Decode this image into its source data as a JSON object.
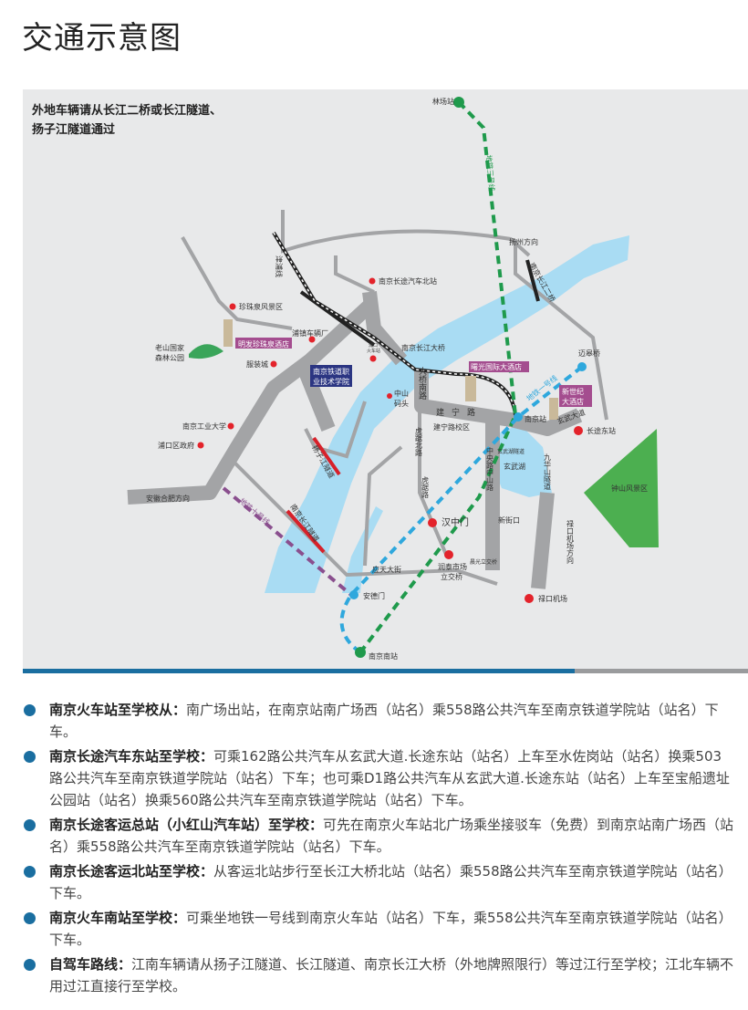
{
  "title": "交通示意图",
  "map": {
    "notice": [
      "外地车辆请从长江二桥或长江隧道、",
      "扬子江隧道通过"
    ],
    "labels": {
      "linchang": "林场站",
      "line3": "地铁三号线",
      "yangzhou": "扬州方向",
      "bridge2": "南京长江二桥",
      "north_bus": "南京长途汽车北站",
      "zhenzhuquan": "珍珠泉风景区",
      "puzhen": "浦镇车辆厂",
      "jinpu": "津浦线",
      "mingfa": "明发珍珠泉酒店",
      "laoshan": [
        "老山国家",
        "森林公园"
      ],
      "fuzhuang": "服装城",
      "school": [
        "南京铁道职",
        "业技术学院"
      ],
      "pukou_station": [
        "浦口",
        "火车站"
      ],
      "bridge": "南京长江大桥",
      "zhongshan_wharf": [
        "中山",
        "码头"
      ],
      "daqiao_road": "大桥南路",
      "jianning_road": "建宁路",
      "jianning_campus": "建宁路校区",
      "huju_north": "虎踞北路",
      "huju": "虎踞路",
      "shuguang": "曙光国际大酒店",
      "maigaoqiao": "迈皋桥",
      "line1": "地铁一号线",
      "xinshiji": [
        "新世纪",
        "大酒店"
      ],
      "nanjing_station": "南京站",
      "xuanwu_avenue": "玄武大道",
      "east_bus": "长途东站",
      "xuanwu_tunnel": "玄武湖隧道",
      "xuanwu_lake": "玄武湖",
      "jiuhuashan": "九华山隧道",
      "zhongyang": "中央路中山路",
      "xinjiekou": "新街口",
      "lukou_dir": "禄口机场方向",
      "lukou": "禄口机场",
      "zhongshan_scenic": "钟山风景区",
      "hanzhongmen": "汉中门",
      "runtai": [
        "润泰市场",
        "立交桥"
      ],
      "chenguang": "晨光立交桥",
      "yingtian": "应天大街",
      "andemen": "安德门",
      "south_station": "南京南站",
      "line10": "地铁十号线",
      "yangzijiang_tunnel": "扬子江隧道",
      "changjiang_tunnel": "南京长江隧道",
      "njtech": "南京工业大学",
      "pukou_gov": "浦口区政府",
      "hefei": "安徽合肥方向"
    },
    "colors": {
      "background": "#e8e9ea",
      "river": "#a9dcf3",
      "road": "#a3a4a6",
      "line1": "#2fa8dd",
      "line3": "#1f9a4c",
      "line10": "#8a4f8e",
      "tunnel": "#d7212a",
      "poi": "#e3232b",
      "hotel": "#a44d8f",
      "school": "#2b3582",
      "park": "#4caf50"
    }
  },
  "routes": [
    {
      "heading": "南京火车站至学校从：",
      "text": "南广场出站，在南京站南广场西（站名）乘558路公共汽车至南京铁道学院站（站名）下车。"
    },
    {
      "heading": "南京长途汽车东站至学校：",
      "text": "可乘162路公共汽车从玄武大道.长途东站（站名）上车至水佐岗站（站名）换乘503路公共汽车至南京铁道学院站（站名）下车；也可乘D1路公共汽车从玄武大道.长途东站（站名）上车至宝船遗址公园站（站名）换乘560路公共汽车至南京铁道学院站（站名）下车。"
    },
    {
      "heading": "南京长途客运总站（小红山汽车站）至学校：",
      "text": "可先在南京火车站北广场乘坐接驳车（免费）到南京站南广场西（站名）乘558路公共汽车至南京铁道学院站（站名）下车。"
    },
    {
      "heading": "南京长途客运北站至学校：",
      "text": "从客运北站步行至长江大桥北站（站名）乘558路公共汽车至南京铁道学院站（站名）下车。"
    },
    {
      "heading": "南京火车南站至学校：",
      "text": "可乘坐地铁一号线到南京火车站（站名）下车，乘558公共汽车至南京铁道学院站（站名）下车。"
    },
    {
      "heading": "自驾车路线：",
      "text": "江南车辆请从扬子江隧道、长江隧道、南京长江大桥（外地牌照限行）等过江行至学校；江北车辆不用过江直接行至学校。"
    }
  ]
}
